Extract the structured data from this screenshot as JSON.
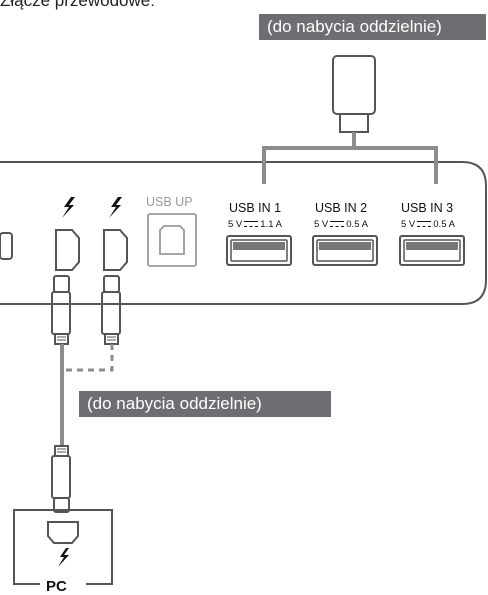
{
  "heading": "Złącze przewodowe:",
  "labels": {
    "sold_separately_top": "(do nabycia oddzielnie)",
    "sold_separately_mid": "(do nabycia oddzielnie)",
    "pc": "PC"
  },
  "ports": {
    "usb_up": "USB UP",
    "usb_in_1": {
      "name": "USB IN 1",
      "volt": "5 V",
      "amp": "1.1 A"
    },
    "usb_in_2": {
      "name": "USB IN 2",
      "volt": "5 V",
      "amp": "0.5 A"
    },
    "usb_in_3": {
      "name": "USB IN 3",
      "volt": "5 V",
      "amp": "0.5 A"
    }
  },
  "icons": {
    "thunderbolt": "thunderbolt-icon",
    "flash_drive": "usb-flash-drive-icon"
  },
  "colors": {
    "line": "#555555",
    "cable_gray": "#8c8c8c",
    "tag_bg": "#6d6e71",
    "tag_text": "#ffffff",
    "usb_up_text": "#9a9a9a"
  }
}
